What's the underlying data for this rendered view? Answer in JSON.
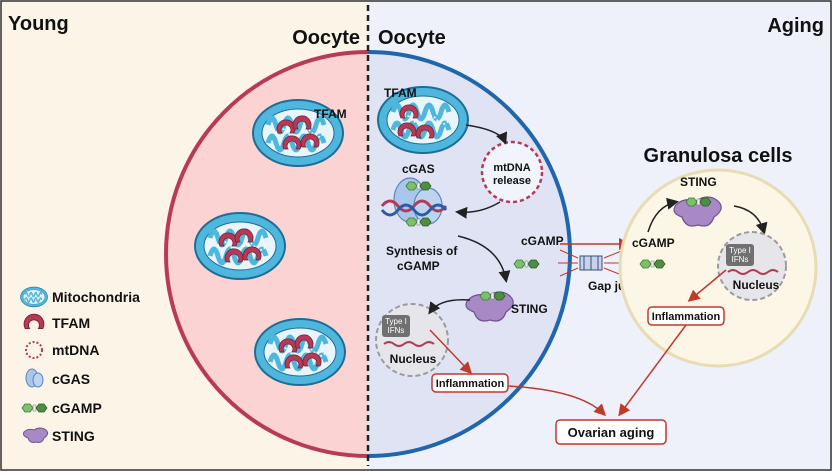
{
  "panels": {
    "young": "Young",
    "aging": "Aging",
    "oocyte_left": "Oocyte",
    "oocyte_right": "Oocyte",
    "granulosa": "Granulosa cells"
  },
  "labels": {
    "tfam_young": "TFAM",
    "tfam_aging": "TFAM",
    "mtdna_release": [
      "mtDNA",
      "release"
    ],
    "cgas": "cGAS",
    "synthesis": [
      "Synthesis of",
      "cGAMP"
    ],
    "cgamp_oocyte": "cGAMP",
    "cgamp_granulosa": "cGAMP",
    "gap_junction": "Gap junction",
    "sting_oocyte": "STING",
    "sting_granulosa": "STING",
    "type1_ifns": [
      "Type I",
      "IFNs"
    ],
    "nucleus": "Nucleus",
    "inflammation": "Inflammation",
    "ovarian_aging": "Ovarian aging"
  },
  "legend": [
    {
      "icon": "mitochondria-icon",
      "label": "Mitochondria"
    },
    {
      "icon": "tfam-icon",
      "label": "TFAM"
    },
    {
      "icon": "mtdna-icon",
      "label": "mtDNA"
    },
    {
      "icon": "cgas-icon",
      "label": "cGAS"
    },
    {
      "icon": "cgamp-icon",
      "label": "cGAMP"
    },
    {
      "icon": "sting-icon",
      "label": "STING"
    }
  ],
  "colors": {
    "young_bg": "#fdf4e8",
    "aging_bg": "#eef1f9",
    "young_cell_fill": "#fbd3d3",
    "young_cell_stroke": "#b93a57",
    "aging_cell_fill": "#dfe3f4",
    "aging_cell_stroke": "#1f66ad",
    "granulosa_fill": "#fbf6e6",
    "granulosa_stroke": "#e7dcb3",
    "mito": "#4fb7dd",
    "tfam": "#b53a55",
    "sting": "#a889c6",
    "cgamp": "#5a9e4b",
    "arrow_red": "#c0392b"
  }
}
